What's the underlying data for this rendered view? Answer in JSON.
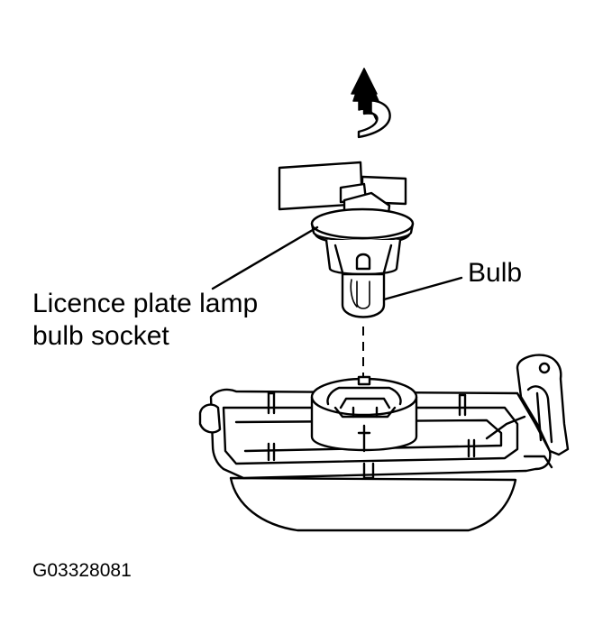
{
  "labels": {
    "socket_line1": "Licence plate lamp",
    "socket_line2": "bulb socket",
    "bulb": "Bulb"
  },
  "figure_id": "G03328081",
  "icons": [
    "rotate-counterclockwise-arrow-icon"
  ],
  "colors": {
    "ink": "#000000",
    "background": "#ffffff"
  }
}
